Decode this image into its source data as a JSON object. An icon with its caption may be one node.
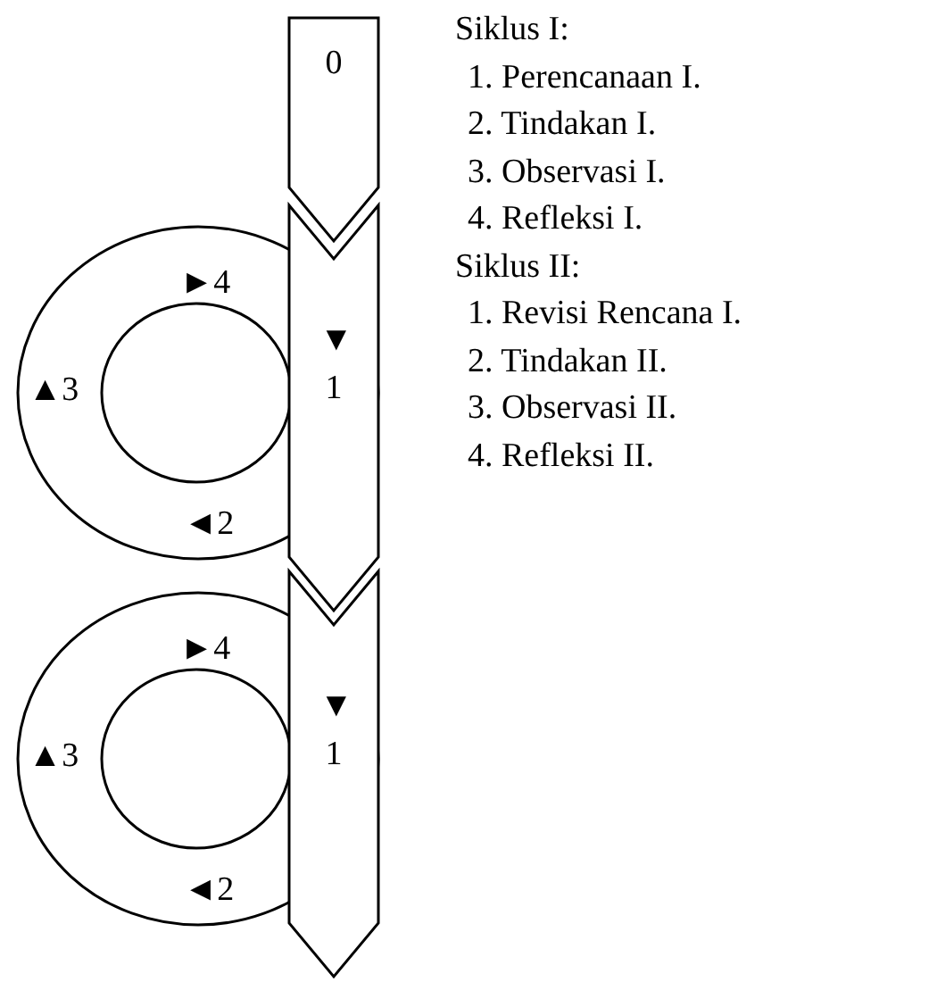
{
  "diagram": {
    "nodes": [
      {
        "text": [
          "0"
        ]
      },
      {
        "text": [
          "►4",
          "▼ 1",
          "▲3",
          "◄2"
        ]
      },
      {
        "text": [
          "►4",
          "▼ 1",
          "▲3",
          "◄2"
        ]
      }
    ],
    "labels": [
      "Siklus I:",
      "1. Perencanaan I.",
      "2. Tindakan I.",
      "3. Observasi I.",
      "4. Refleksi I.",
      "Siklus II:",
      "1. Revisi Rencana I.",
      "2. Tindakan II.",
      "3. Observasi II.",
      "4. Refleksi II."
    ]
  }
}
